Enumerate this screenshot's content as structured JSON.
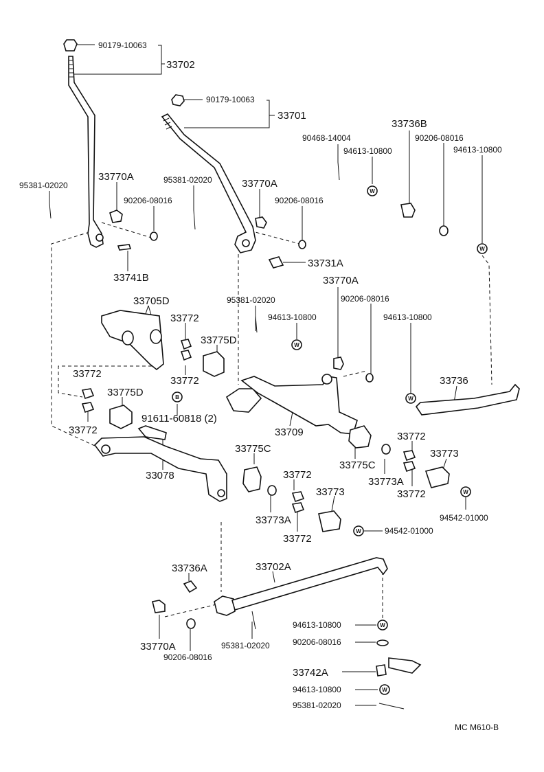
{
  "labels": {
    "l_90179_a": "90179-10063",
    "l_33702": "33702",
    "l_90179_b": "90179-10063",
    "l_33701": "33701",
    "l_33736B": "33736B",
    "l_90468": "90468-14004",
    "l_94613_a": "94613-10800",
    "l_90206_a": "90206-08016",
    "l_94613_b": "94613-10800",
    "l_95381_a": "95381-02020",
    "l_33770A_a": "33770A",
    "l_90206_b": "90206-08016",
    "l_95381_b": "95381-02020",
    "l_33770A_b": "33770A",
    "l_90206_c": "90206-08016",
    "l_33741B": "33741B",
    "l_33731A": "33731A",
    "l_33770A_c": "33770A",
    "l_33705D": "33705D",
    "l_95381_c": "95381-02020",
    "l_90206_d": "90206-08016",
    "l_33772_a": "33772",
    "l_94613_c": "94613-10800",
    "l_94613_d": "94613-10800",
    "l_33775D_a": "33775D",
    "l_33772_b": "33772",
    "l_33772_c": "33772",
    "l_33736": "33736",
    "l_33775D_b": "33775D",
    "l_91611": "91611-60818 (2)",
    "l_33709": "33709",
    "l_33772_d": "33772",
    "l_33772_e": "33772",
    "l_33773_a": "33773",
    "l_33775C_a": "33775C",
    "l_33775C_b": "33775C",
    "l_33773A_a": "33773A",
    "l_33078": "33078",
    "l_33772_f": "33772",
    "l_33772_g": "33772",
    "l_33773_b": "33773",
    "l_94542_a": "94542-01000",
    "l_33773A_b": "33773A",
    "l_33772_h": "33772",
    "l_94542_b": "94542-01000",
    "l_33736A": "33736A",
    "l_33702A": "33702A",
    "l_94613_e": "94613-10800",
    "l_90206_e": "90206-08016",
    "l_33770A_d": "33770A",
    "l_95381_d": "95381-02020",
    "l_90206_f": "90206-08016",
    "l_33742A": "33742A",
    "l_94613_f": "94613-10800",
    "l_95381_e": "95381-02020",
    "l_footer": "MC M610-B"
  },
  "marker_text": {
    "washer_w": "W",
    "bolt_b": "B"
  }
}
